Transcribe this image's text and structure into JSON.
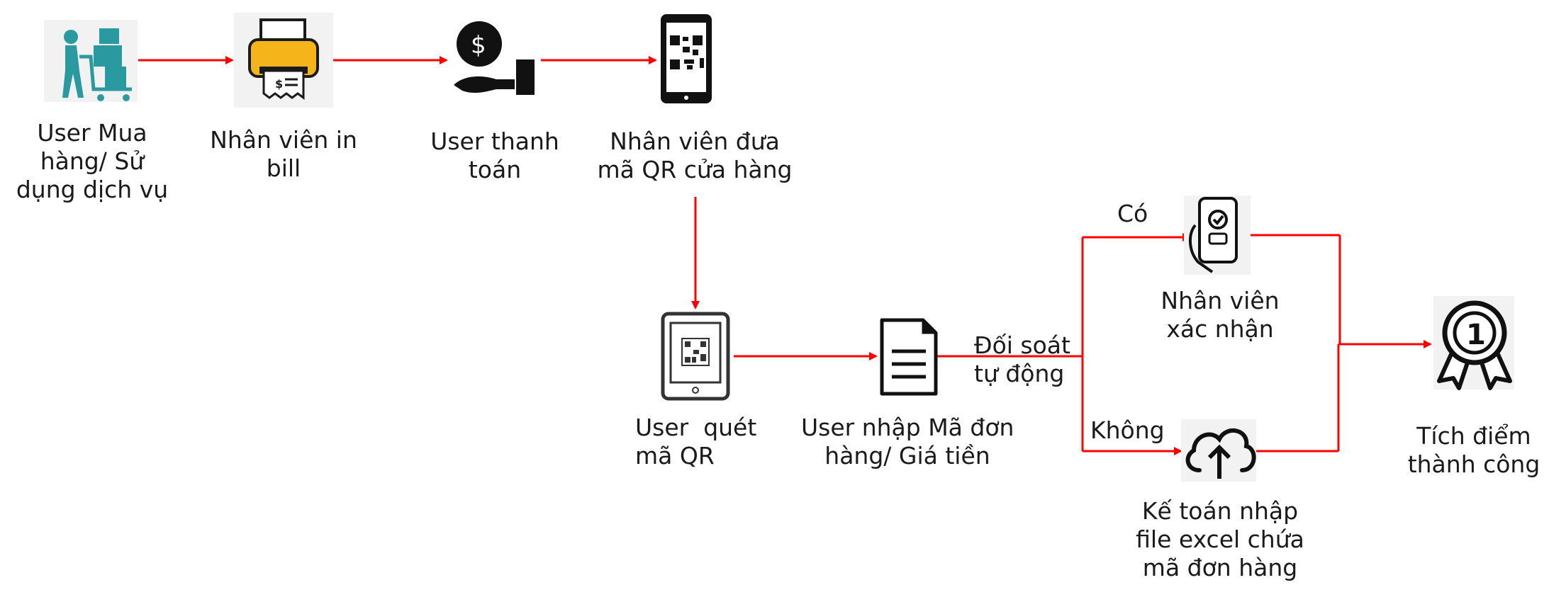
{
  "nodes": {
    "user_purchase": {
      "line1": "User Mua",
      "line2": "hàng/ Sử",
      "line3": "dụng dịch vụ",
      "icon": "shopping-cart-person-icon"
    },
    "staff_print_bill": {
      "line1": "Nhân viên in",
      "line2": "bill",
      "icon": "printer-receipt-icon"
    },
    "user_payment": {
      "line1": "User thanh",
      "line2": "toán",
      "icon": "hand-coin-icon"
    },
    "staff_show_qr": {
      "line1": "Nhân viên đưa",
      "line2": "mã QR cửa hàng",
      "icon": "phone-qr-icon"
    },
    "user_scan_qr": {
      "line1": "User  quét",
      "line2": "mã QR",
      "icon": "tablet-qr-icon"
    },
    "user_enter_order": {
      "line1": "User nhập Mã đơn",
      "line2": "hàng/ Giá tiền",
      "icon": "document-icon"
    },
    "staff_confirm": {
      "line1": "Nhân viên",
      "line2": "xác nhận",
      "icon": "hand-phone-check-icon"
    },
    "accountant_import": {
      "line1": "Kế toán nhập",
      "line2": "file excel chứa",
      "line3": "mã đơn hàng",
      "icon": "cloud-upload-icon"
    },
    "points_success": {
      "line1": "Tích điểm",
      "line2": "thành công",
      "icon": "award-medal-icon"
    }
  },
  "edge_labels": {
    "reconcile_line1": "Đối soát",
    "reconcile_line2": "tự động",
    "yes": "Có",
    "no": "Không"
  },
  "colors": {
    "arrow": "#ff0000",
    "teal": "#2a9aa0",
    "printer_yellow": "#f4b41a",
    "icon_dark": "#1a1a1a"
  }
}
